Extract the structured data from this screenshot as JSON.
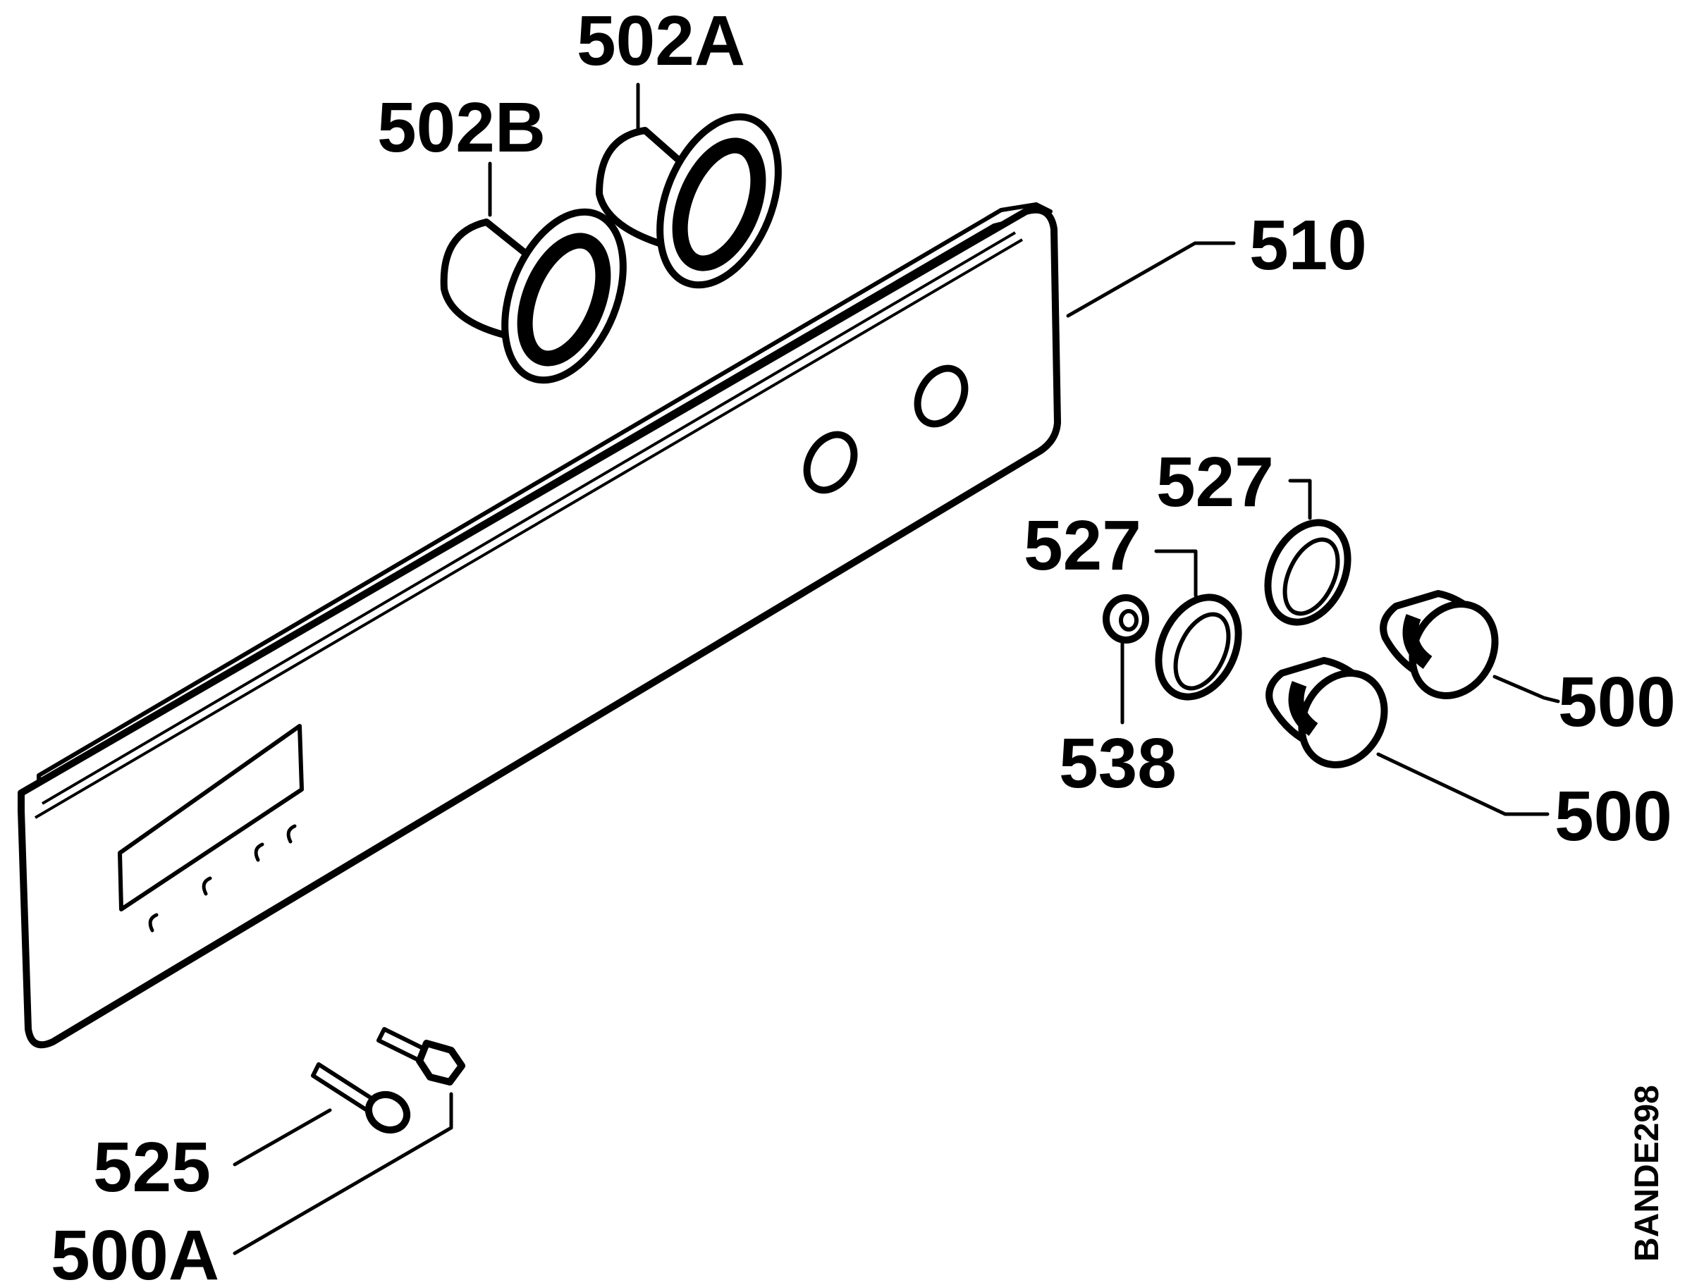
{
  "labels": {
    "l502a": "502A",
    "l502b": "502B",
    "l510": "510",
    "l527_upper": "527",
    "l527_lower": "527",
    "l538": "538",
    "l500_upper": "500",
    "l500_lower": "500",
    "l525": "525",
    "l500a": "500A"
  },
  "drawing_code": "BANDE298"
}
